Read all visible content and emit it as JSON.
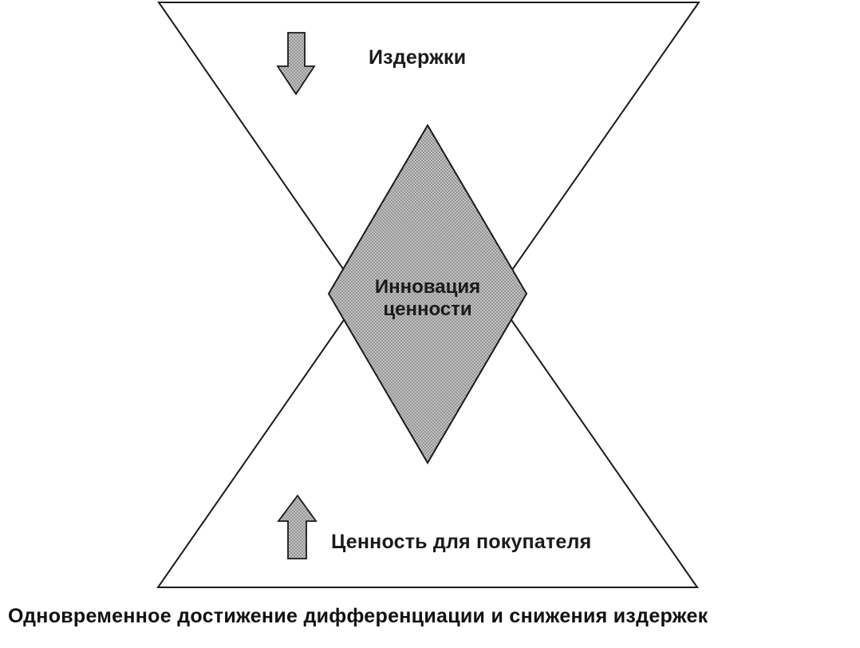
{
  "diagram": {
    "costs_label": "Издержки",
    "center_label_line1": "Инновация",
    "center_label_line2": "ценности",
    "value_label": "Ценность для покупателя",
    "caption": "Одновременное достижение дифференциации и снижения издержек"
  },
  "colors": {
    "line": "#1a1a1a",
    "fill_shaded": "#b8b8b8",
    "fill_dots": "#6e6e6e",
    "background": "#ffffff"
  },
  "icons": {
    "costs_arrow": "arrow-down-icon",
    "value_arrow": "arrow-up-icon"
  }
}
